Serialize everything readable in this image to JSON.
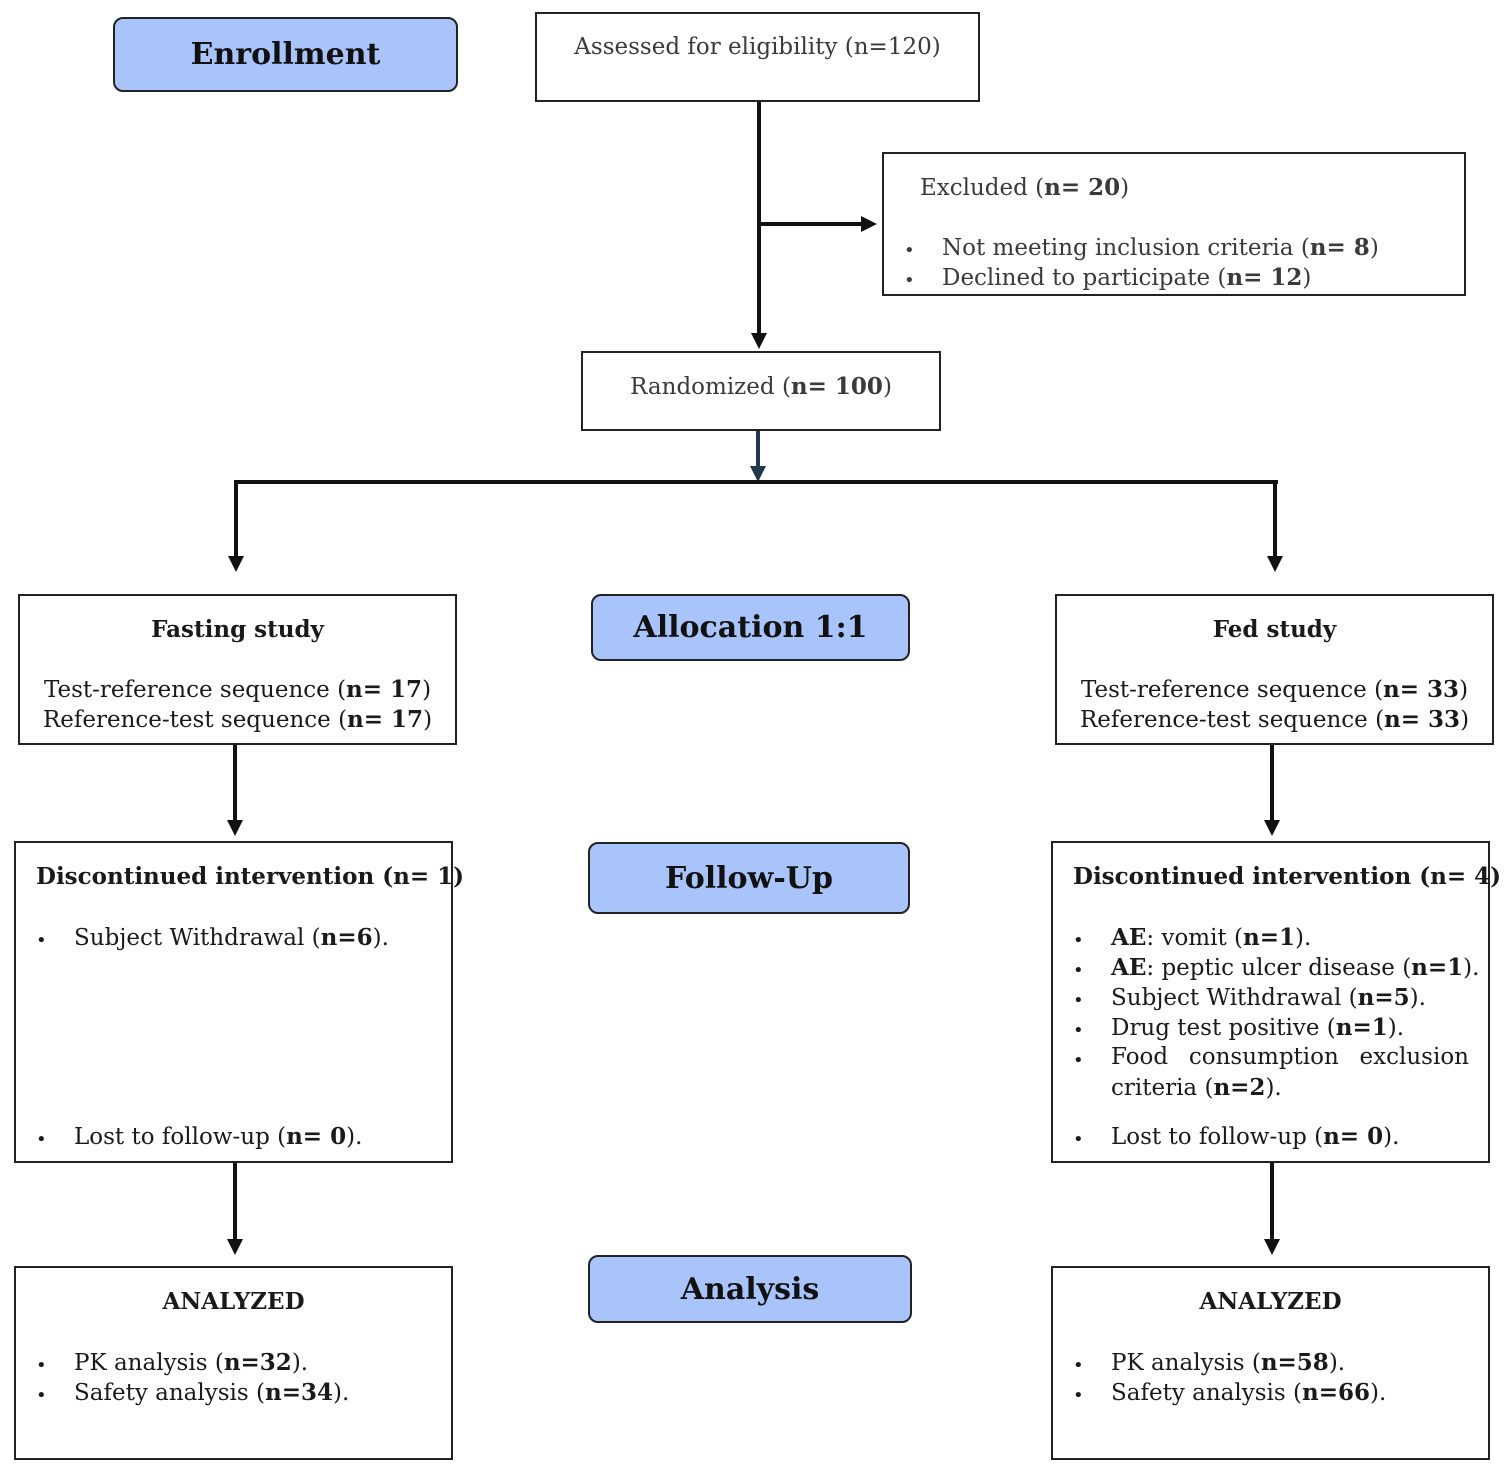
{
  "stages": {
    "enrollment": "Enrollment",
    "allocation": "Allocation 1:1",
    "follow_up": "Follow-Up",
    "analysis": "Analysis"
  },
  "assessed": "Assessed for eligibility (n=120)",
  "excluded": {
    "title_pre": "Excluded (",
    "title_n": "n= 20",
    "title_post": ")",
    "items": [
      {
        "pre": "Not meeting inclusion criteria (",
        "n": "n= 8",
        "post": ")"
      },
      {
        "pre": "Declined to participate (",
        "n": "n= 12",
        "post": ")"
      }
    ]
  },
  "randomized": {
    "pre": "Randomized (",
    "n": "n= 100",
    "post": ")"
  },
  "fasting": {
    "title": "Fasting study",
    "lines": [
      {
        "pre": "Test-reference sequence (",
        "n": "n= 17",
        "post": ")"
      },
      {
        "pre": "Reference-test sequence (",
        "n": "n= 17",
        "post": ")"
      }
    ],
    "discontinued_title": "Discontinued intervention (n= 1)",
    "discontinued_items": [
      {
        "pre": "Subject Withdrawal (",
        "n": "n=6",
        "post": ")."
      }
    ],
    "lost": {
      "pre": "Lost to follow-up (",
      "n": "n= 0",
      "post": ")."
    },
    "analyzed_title": "ANALYZED",
    "analyzed_items": [
      {
        "pre": "PK analysis (",
        "n": "n=32",
        "post": ")."
      },
      {
        "pre": "Safety analysis (",
        "n": "n=34",
        "post": ")."
      }
    ]
  },
  "fed": {
    "title": "Fed study",
    "lines": [
      {
        "pre": "Test-reference sequence (",
        "n": "n= 33",
        "post": ")"
      },
      {
        "pre": "Reference-test sequence (",
        "n": "n= 33",
        "post": ")"
      }
    ],
    "discontinued_title": "Discontinued intervention (n= 4)",
    "discontinued_items": [
      {
        "lead": "AE",
        "pre": ": vomit (",
        "n": "n=1",
        "post": ")."
      },
      {
        "lead": "AE",
        "pre": ": peptic ulcer disease (",
        "n": "n=1",
        "post": ")."
      },
      {
        "pre": "Subject Withdrawal (",
        "n": "n=5",
        "post": ")."
      },
      {
        "pre": "Drug test positive (",
        "n": "n=1",
        "post": ")."
      }
    ],
    "food_line1": "Food consumption exclusion",
    "food_line2_pre": "criteria (",
    "food_line2_n": "n=2",
    "food_line2_post": ").",
    "lost": {
      "pre": "Lost to follow-up (",
      "n": "n= 0",
      "post": ")."
    },
    "analyzed_title": "ANALYZED",
    "analyzed_items": [
      {
        "pre": "PK analysis (",
        "n": "n=58",
        "post": ")."
      },
      {
        "pre": "Safety analysis (",
        "n": "n=66",
        "post": ")."
      }
    ]
  },
  "bullet_char": "•"
}
